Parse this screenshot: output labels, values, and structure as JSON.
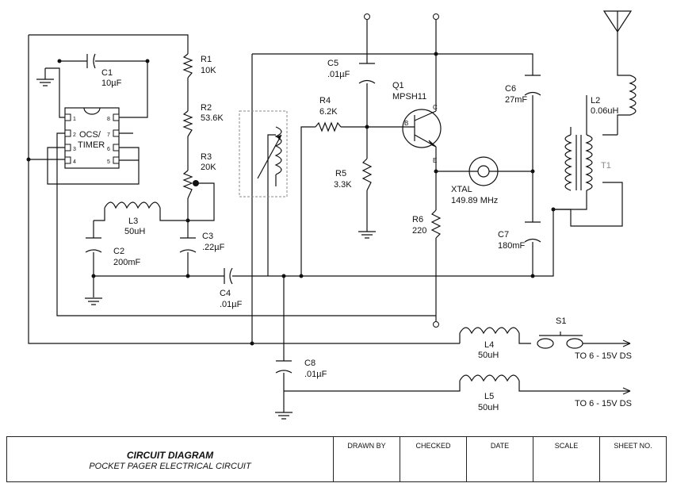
{
  "diagram": {
    "ic": {
      "name": "OCS/ TIMER",
      "line1": "OCS/",
      "line2": "TIMER",
      "pins": [
        "1",
        "2",
        "3",
        "4",
        "5",
        "6",
        "7",
        "8"
      ]
    },
    "components": [
      {
        "ref": "C1",
        "value": "10µF"
      },
      {
        "ref": "R1",
        "value": "10K"
      },
      {
        "ref": "R2",
        "value": "53.6K"
      },
      {
        "ref": "R3",
        "value": "20K"
      },
      {
        "ref": "L3",
        "value": "50uH"
      },
      {
        "ref": "C2",
        "value": "200mF"
      },
      {
        "ref": "C3",
        "value": ".22µF"
      },
      {
        "ref": "C4",
        "value": ".01µF"
      },
      {
        "ref": "C5",
        "value": ".01µF"
      },
      {
        "ref": "R4",
        "value": "6.2K"
      },
      {
        "ref": "R5",
        "value": "3.3K"
      },
      {
        "ref": "Q1",
        "value": "MPSH11"
      },
      {
        "ref": "R6",
        "value": "220"
      },
      {
        "ref": "XTAL",
        "value": "149.89 MHz"
      },
      {
        "ref": "C6",
        "value": "27mF"
      },
      {
        "ref": "C7",
        "value": "180mF"
      },
      {
        "ref": "L2",
        "value": "0.06uH"
      },
      {
        "ref": "T1",
        "value": ""
      },
      {
        "ref": "C8",
        "value": ".01µF"
      },
      {
        "ref": "L4",
        "value": "50uH"
      },
      {
        "ref": "L5",
        "value": "50uH"
      },
      {
        "ref": "S1",
        "value": ""
      }
    ],
    "transistor_pins": {
      "b": "B",
      "c": "C",
      "e": "E"
    },
    "outputs": [
      "TO 6 - 15V DS",
      "TO 6 - 15V DS"
    ]
  },
  "title_block": {
    "title": "CIRCUIT DIAGRAM",
    "subtitle": "POCKET PAGER ELECTRICAL CIRCUIT",
    "fields": [
      "DRAWN BY",
      "CHECKED",
      "DATE",
      "SCALE",
      "SHEET NO."
    ]
  },
  "colors": {
    "line": "#111111",
    "t1_label": "#888888"
  }
}
